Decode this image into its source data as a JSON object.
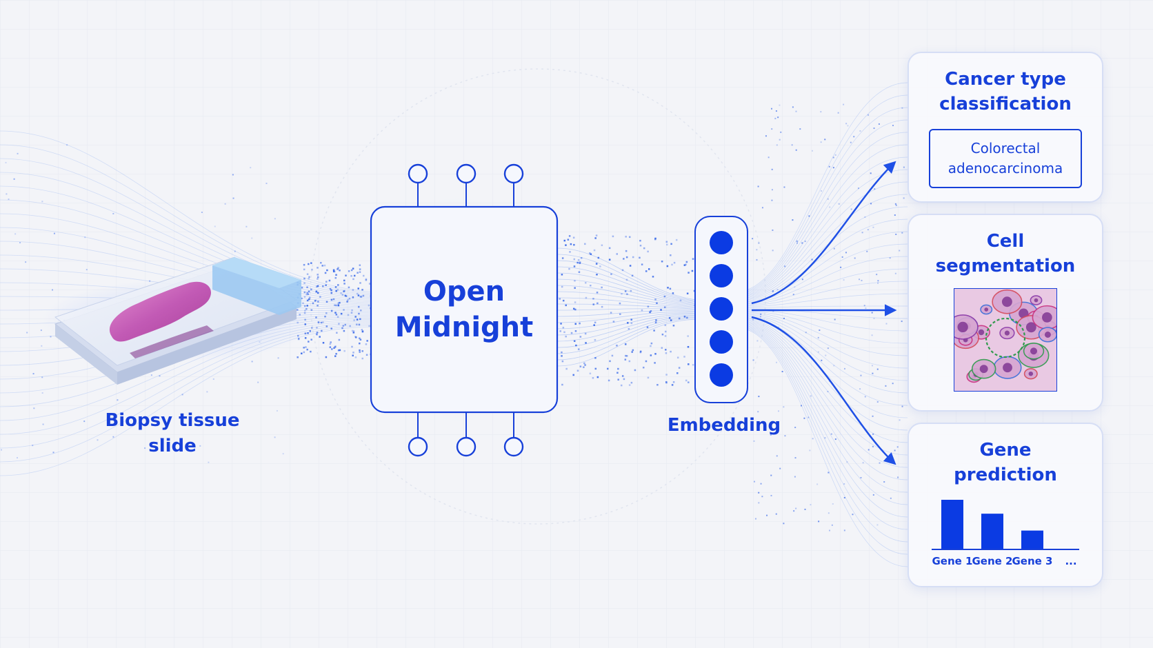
{
  "input": {
    "label_line1": "Biopsy tissue",
    "label_line2": "slide"
  },
  "model": {
    "name_line1": "Open",
    "name_line2": "Midnight"
  },
  "embedding": {
    "label": "Embedding"
  },
  "tasks": {
    "cancer": {
      "title_line1": "Cancer type",
      "title_line2": "classification",
      "result_line1": "Colorectal",
      "result_line2": "adenocarcinoma"
    },
    "cell": {
      "title_line1": "Cell",
      "title_line2": "segmentation"
    },
    "gene": {
      "title_line1": "Gene",
      "title_line2": "prediction",
      "chart_data": {
        "type": "bar",
        "categories": [
          "Gene 1",
          "Gene 2",
          "Gene 3"
        ],
        "values": [
          1.0,
          0.72,
          0.38
        ],
        "ellipsis": "...",
        "ylim": [
          0,
          1
        ]
      }
    }
  },
  "colors": {
    "accent": "#1740d9",
    "background": "#f3f4f8",
    "stroke_light": "#7fa2f0"
  }
}
